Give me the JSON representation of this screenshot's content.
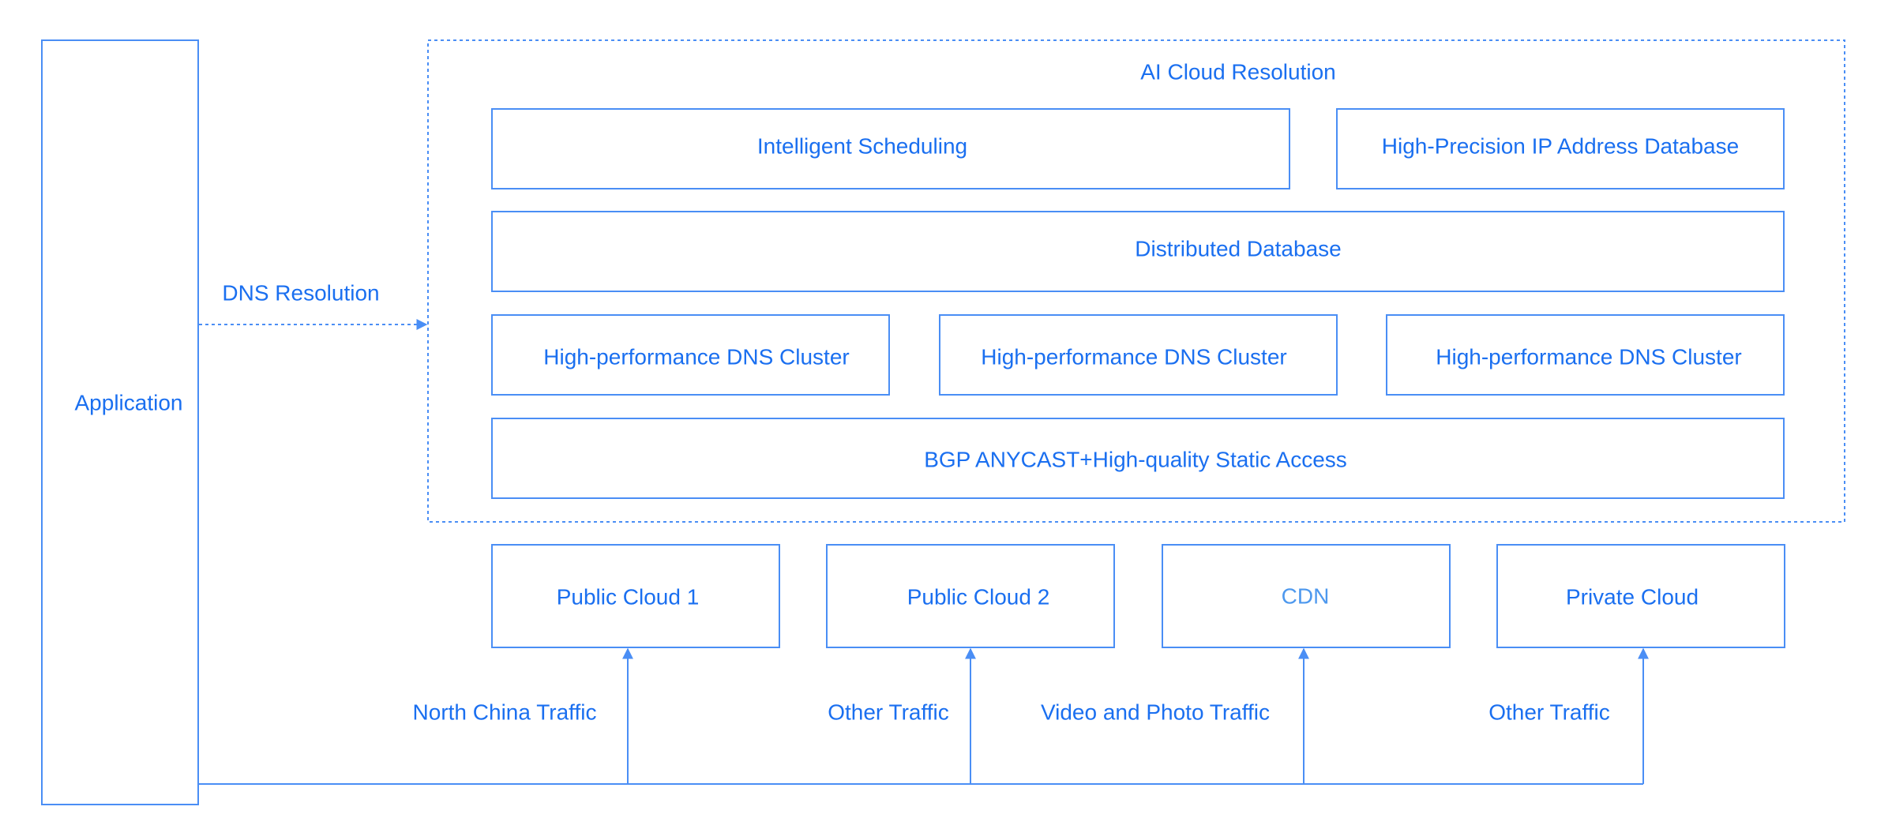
{
  "colors": {
    "primary": "#1a6ff0",
    "line": "#4a8ef5",
    "muted": "#4d98ee"
  },
  "application": {
    "label": "Application"
  },
  "ai_cloud": {
    "title": "AI Cloud Resolution",
    "intelligent_scheduling": "Intelligent Scheduling",
    "ip_database": "High-Precision IP Address Database",
    "distributed_database": "Distributed Database",
    "dns_clusters": [
      "High-performance DNS Cluster",
      "High-performance DNS Cluster",
      "High-performance DNS Cluster"
    ],
    "bgp_access": "BGP ANYCAST+High-quality Static Access"
  },
  "dns_resolution_label": "DNS Resolution",
  "targets": [
    {
      "label": "Public Cloud 1",
      "traffic": "North China Traffic"
    },
    {
      "label": "Public Cloud 2",
      "traffic": "Other Traffic"
    },
    {
      "label": "CDN",
      "traffic": "Video and Photo Traffic"
    },
    {
      "label": "Private Cloud",
      "traffic": "Other Traffic"
    }
  ]
}
